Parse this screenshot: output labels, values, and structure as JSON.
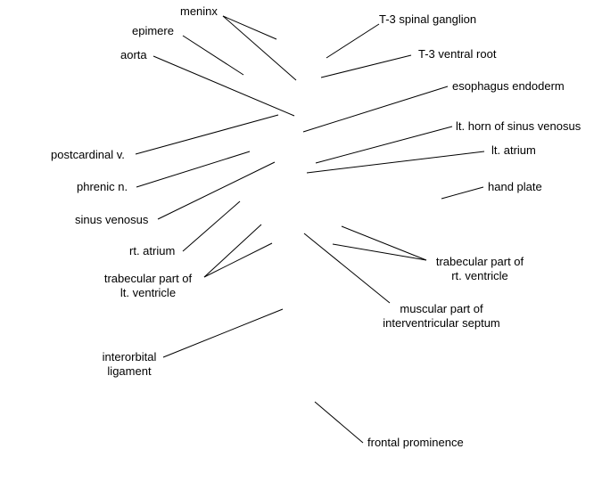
{
  "labels": {
    "meninx": "meninx",
    "epimere": "epimere",
    "aorta": "aorta",
    "t3_spinal_ganglion": "T-3 spinal ganglion",
    "t3_ventral_root": "T-3 ventral root",
    "esophagus_endoderm": "esophagus endoderm",
    "lt_horn_sinus_venosus": "lt. horn of sinus venosus",
    "lt_atrium": "lt. atrium",
    "hand_plate": "hand plate",
    "postcardinal_v": "postcardinal v.",
    "phrenic_n": "phrenic n.",
    "sinus_venosus": "sinus venosus",
    "rt_atrium": "rt. atrium",
    "trabecular_lt_ventricle": [
      "trabecular part of",
      "lt. ventricle"
    ],
    "trabecular_rt_ventricle": [
      "trabecular part of",
      "rt. ventricle"
    ],
    "muscular_interventricular_septum": [
      "muscular part of",
      "interventricular septum"
    ],
    "interorbital_ligament": [
      "interorbital",
      "ligament"
    ],
    "frontal_prominence": "frontal prominence"
  },
  "colors": {
    "background": "#ffffff",
    "text": "#000000",
    "leader_lines": "#000000"
  }
}
